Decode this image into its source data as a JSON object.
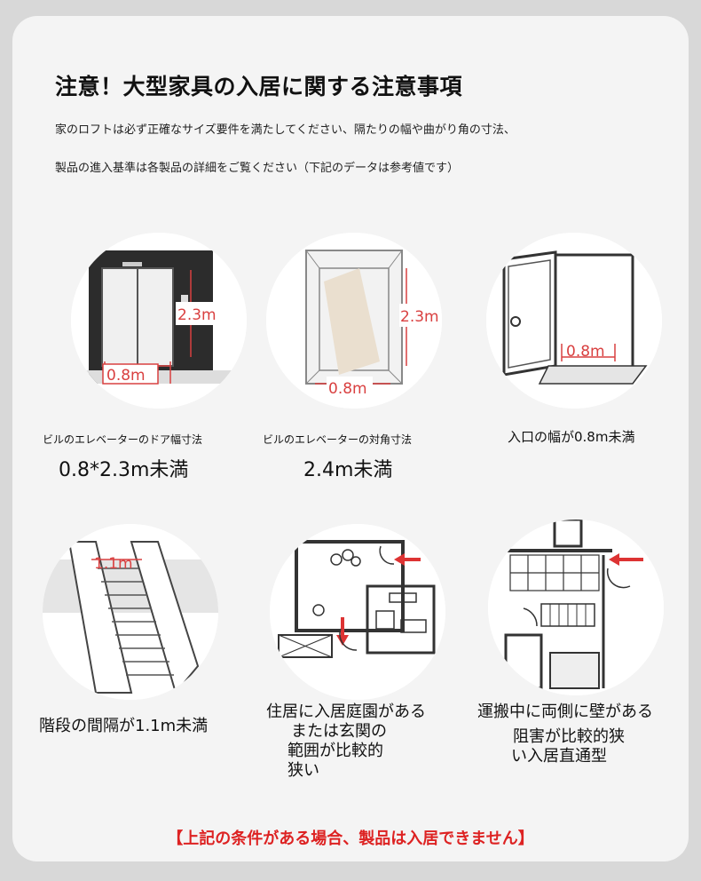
{
  "title": "注意！大型家具の入居に関する注意事項",
  "desc_line1": "家のロフトは必ず正確なサイズ要件を満たしてください、隔たりの幅や曲がり角の寸法、",
  "desc_line2": "製品の進入基準は各製品の詳細をご覧ください（下記のデータは参考値です）",
  "items": [
    {
      "label": "ビルのエレベーターのドア幅寸法",
      "value": "0.8*2.3m未満",
      "h": "2.3m",
      "w": "0.8m"
    },
    {
      "label": "ビルのエレベーターの対角寸法",
      "value": "2.4m未満",
      "h": "2.3m",
      "w": "0.8m"
    },
    {
      "label": "入口の幅が0.8m未満",
      "w": "0.8m"
    },
    {
      "label": "階段の間隔が1.1m未満",
      "w": "1.1m"
    },
    {
      "label_line1": "住居に入居庭園がある",
      "label_line2": "または玄関の",
      "label_line3": "範囲が比較的",
      "label_line4": "狭い"
    },
    {
      "label_line1": "運搬中に両側に壁がある",
      "label_line2": "阻害が比較的狭",
      "label_line3": "い入居直通型"
    }
  ],
  "footer": "【上記の条件がある場合、製品は入居できません】",
  "colors": {
    "accent_red": "#dd2222",
    "dimension_red": "#d94040"
  }
}
